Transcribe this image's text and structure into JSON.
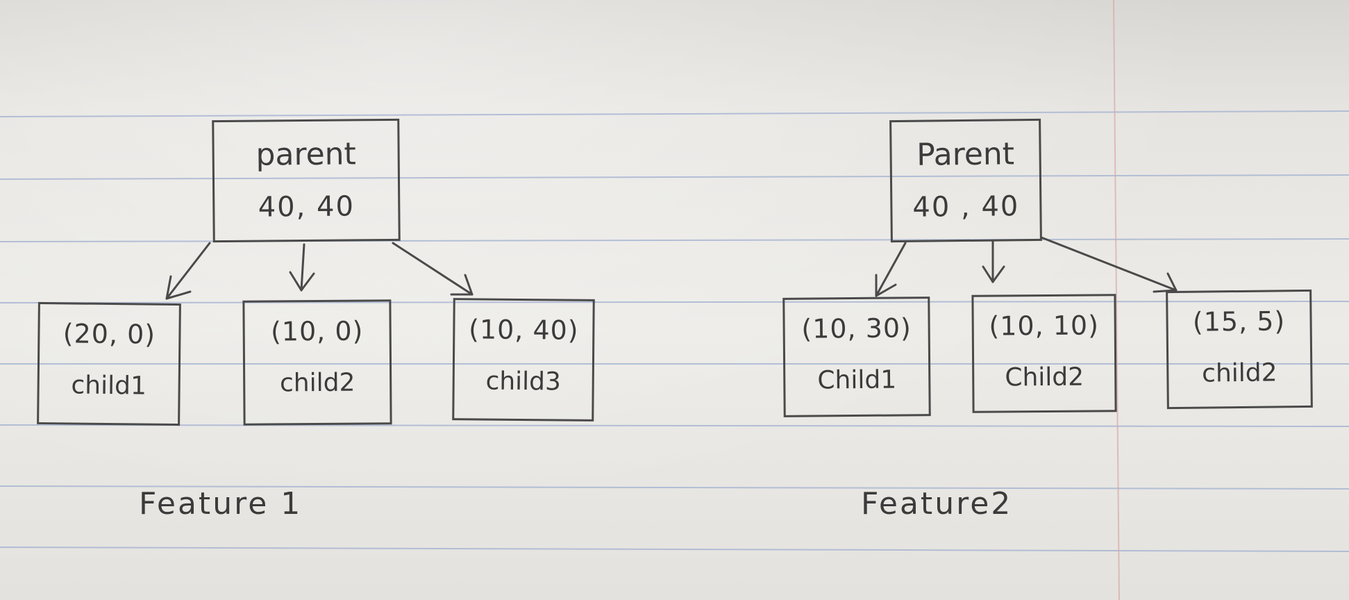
{
  "feature1": {
    "parent": {
      "title": "parent",
      "value": "40, 40"
    },
    "children": [
      {
        "coords": "(20, 0)",
        "label": "child1"
      },
      {
        "coords": "(10, 0)",
        "label": "child2"
      },
      {
        "coords": "(10, 40)",
        "label": "child3"
      }
    ],
    "caption": "Feature 1"
  },
  "feature2": {
    "parent": {
      "title": "Parent",
      "value": "40 , 40"
    },
    "children": [
      {
        "coords": "(10, 30)",
        "label": "Child1"
      },
      {
        "coords": "(10, 10)",
        "label": "Child2"
      },
      {
        "coords": "(15, 5)",
        "label": "child2"
      }
    ],
    "caption": "Feature2"
  },
  "colors": {
    "ink": "#3b3b3b",
    "rule": "#a9b6d3",
    "margin": "#d9a9a9",
    "paper": "#e9e7e3"
  }
}
